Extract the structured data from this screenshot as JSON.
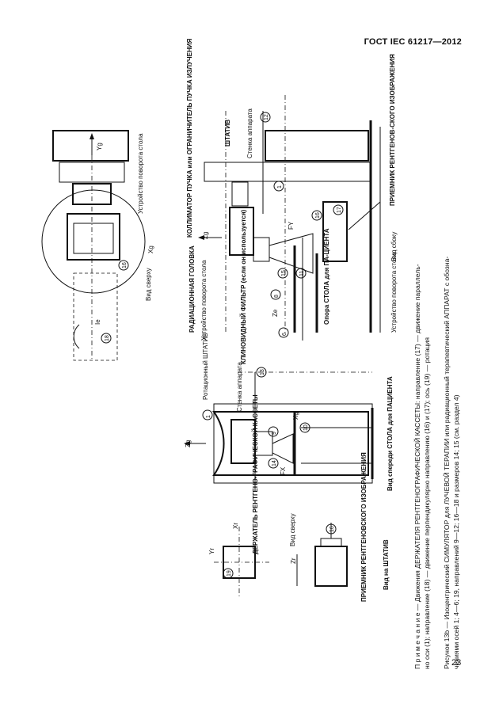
{
  "header": {
    "standard": "ГОСТ IEC 61217—2012"
  },
  "page_number": "23",
  "figure": {
    "labels": {
      "stand_top": "ШТАТИВ",
      "wall_top": "Стенка аппарата",
      "collimator": "КОЛЛИМАТОР ПУЧКА или ОГРАНИЧИТЕЛЬ ПУЧКА ИЗЛУЧЕНИЯ",
      "radiation_head": "РАДИАЦИОННАЯ ГОЛОВКА",
      "wedge_filter": "КЛИНОВИДНЫЙ ФИЛЬТР (если он используется)",
      "table_support": "Опора СТОЛА для ПА-ЦИЕНТА",
      "image_receptor_top": "ПРИЕМНИК РЕНТГЕНОВ-СКОГО ИЗОБРАЖЕНИЯ",
      "view_side_top": "Вид сбоку",
      "table_rotation_top": "Устройство поворота стола",
      "view_above_top": "Вид сверху",
      "table_rotation_left": "Устройство поворота стола",
      "rotational_stand": "Ротационный ШТАТИВ",
      "wall_bottom": "Стенка аппарата",
      "view_front": "Вид спереди СТОЛА для ПАЦИЕНТА",
      "cassette_holder": "ДЕРЖАТЕЛЬ РЕНТГЕНО-ГРАФИЧЕСКОЙ КАССЕТЫ",
      "view_above_bottom": "Вид сверху",
      "image_receptor_bottom": "ПРИЕМНИК РЕНТГЕНОВСКОГО ИЗОБРАЖЕНИЯ",
      "view_stand": "Вид на ШТАТИВ"
    },
    "axes": {
      "yg": "Yg",
      "xg": "Xg",
      "zg": "Zg",
      "ze": "Ze",
      "fx": "FX",
      "fy": "FY",
      "xr": "Xr",
      "yr": "Yr",
      "zr": "Zr",
      "ie": "Iе"
    },
    "callouts": [
      "1",
      "4",
      "5",
      "6",
      "8",
      "9",
      "10",
      "11",
      "12",
      "13",
      "14",
      "15",
      "16",
      "17",
      "18",
      "19"
    ]
  },
  "note": {
    "line1": "П р и м е ч а н и е — Движения ДЕРЖАТЕЛЯ РЕНТГЕНОГРАФИЧЕСКОЙ КАССЕТЫ: направление (17) — движение параллель-",
    "line2": "но оси (1); направление (18) — движение перпендикулярно направлению (16) и (17); ось (19) — ротация"
  },
  "caption": {
    "line1": "Рисунок 13b — Изоцентрический СИМУЛЯТОР для ЛУЧЕВОЙ ТЕРАПИИ или радиационный терапевтический АППАРАТ с обозна-",
    "line2": "чениями осей 1; 4—6; 19, направлений 9—12; 16—18 и размеров 14; 15 (см. раздел 4)"
  }
}
